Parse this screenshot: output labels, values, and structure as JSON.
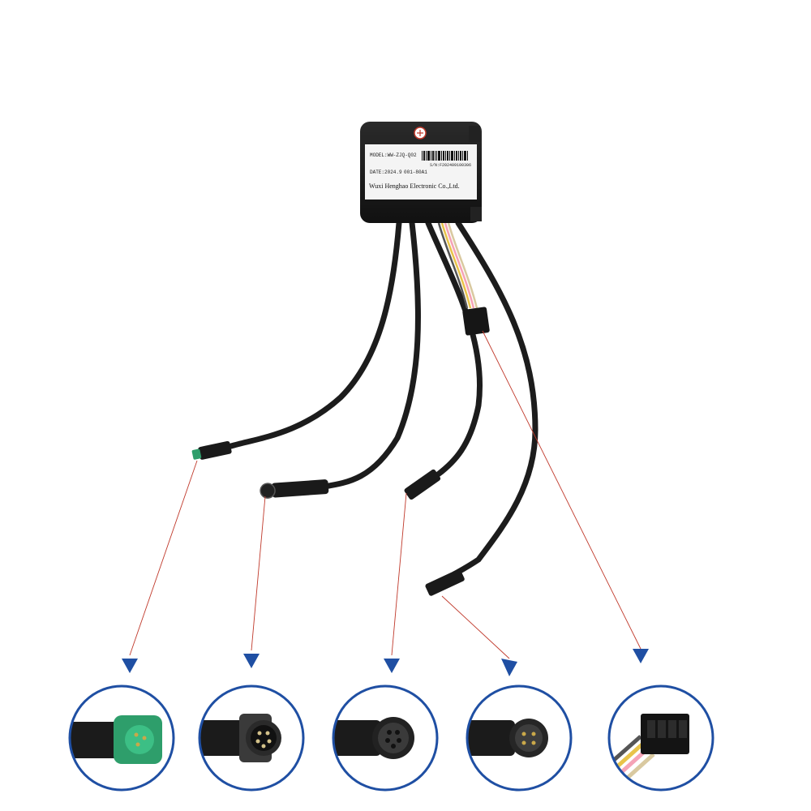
{
  "label": {
    "model": "MODEL:WW-ZJQ-Q02",
    "serial": "S/N:F202409100306",
    "date": "DATE:2024.9",
    "code": "001-80A1",
    "manufacturer": "Wuxi Henghao Electronic Co.,Ltd."
  },
  "colors": {
    "arrow": "#1f4fa3",
    "circle_border": "#1f4fa3",
    "leader_line": "#c0392b",
    "cable": "#1c1c1c",
    "green_connector": "#2e9e6b"
  }
}
